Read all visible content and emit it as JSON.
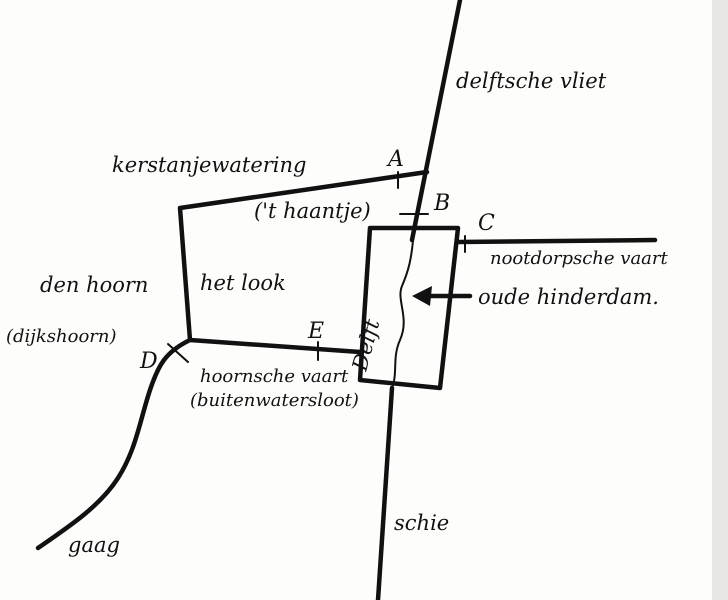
{
  "map": {
    "labels": {
      "delftsche_vliet": "delftsche vliet",
      "kerstanjewatering": "kerstanjewatering",
      "t_haantje": "('t haantje)",
      "nootdorpsche_vaart": "nootdorpsche vaart",
      "den_hoorn": "den hoorn",
      "het_look": "het look",
      "oude_hinderdam": "oude hinderdam.",
      "dijkshoorn": "(dijkshoorn)",
      "hoornsche_vaart": "hoornsche vaart",
      "buitenwatersloot": "(buitenwatersloot)",
      "delft": "Delft",
      "schie": "schie",
      "gaag": "gaag"
    },
    "points": {
      "a": "A",
      "b": "B",
      "c": "C",
      "d": "D",
      "e": "E"
    }
  }
}
